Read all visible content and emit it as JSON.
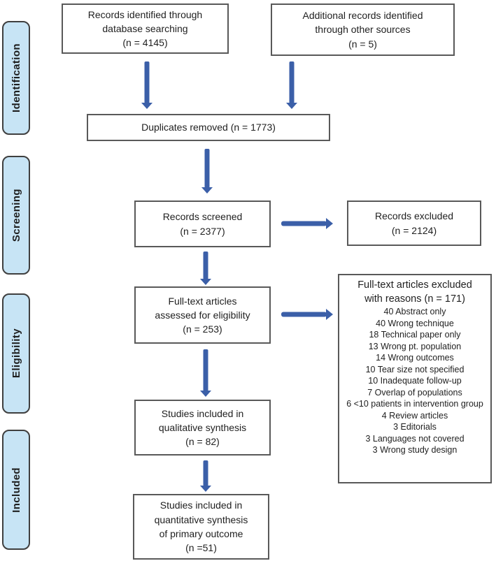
{
  "colors": {
    "arrow": "#3B5FA8",
    "stage_fill": "#C7E4F5",
    "box_border": "#595959"
  },
  "stages": [
    {
      "label": "Identification"
    },
    {
      "label": "Screening"
    },
    {
      "label": "Eligibility"
    },
    {
      "label": "Included"
    }
  ],
  "boxes": {
    "identified_db": {
      "lines": [
        "Records identified through",
        "database searching",
        "(n = 4145)"
      ]
    },
    "identified_other": {
      "lines": [
        "Additional records identified",
        "through other sources",
        "(n = 5)"
      ]
    },
    "duplicates_removed": {
      "lines": [
        "Duplicates removed (n = 1773)"
      ]
    },
    "records_screened": {
      "lines": [
        "Records screened",
        "(n = 2377)"
      ]
    },
    "records_excluded": {
      "lines": [
        "Records excluded",
        "(n = 2124)"
      ]
    },
    "fulltext_assessed": {
      "lines": [
        "Full-text articles",
        "assessed for eligibility",
        "(n = 253)"
      ]
    },
    "fulltext_excluded": {
      "title_lines": [
        "Full-text articles excluded",
        "with reasons (n = 171)"
      ],
      "reasons": [
        "40 Abstract only",
        "40 Wrong technique",
        "18 Technical paper only",
        "13 Wrong pt. population",
        "14 Wrong outcomes",
        "10 Tear size not specified",
        "10 Inadequate follow-up",
        "7 Overlap of populations",
        "6 <10 patients in intervention group",
        "4 Review articles",
        "3 Editorials",
        "3 Languages not covered",
        "3 Wrong study design"
      ]
    },
    "qualitative_synthesis": {
      "lines": [
        "Studies included in",
        "qualitative synthesis",
        "(n = 82)"
      ]
    },
    "quantitative_synthesis": {
      "lines": [
        "Studies included in",
        "quantitative synthesis",
        "of primary outcome",
        "(n =51)"
      ]
    }
  }
}
